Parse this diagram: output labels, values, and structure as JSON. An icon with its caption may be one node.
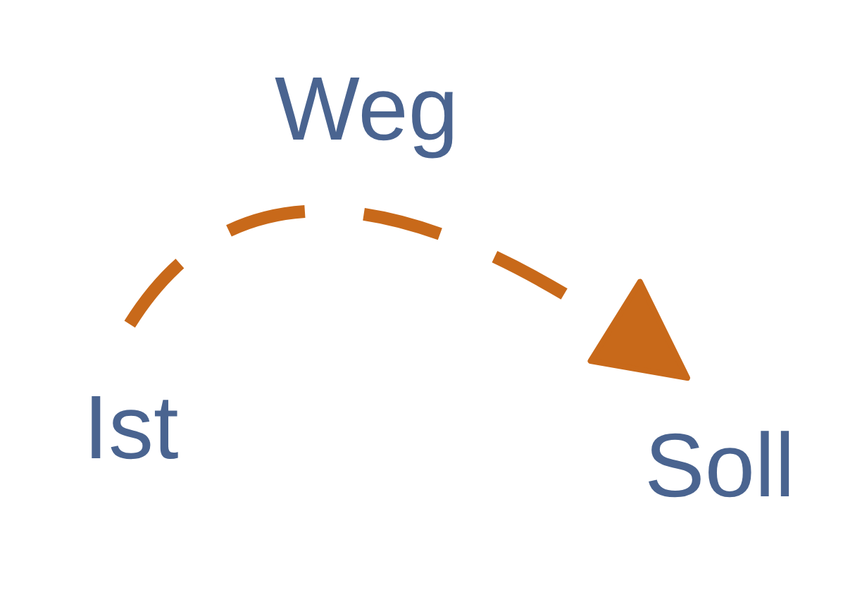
{
  "diagram": {
    "nodes": [
      {
        "text": [
          "Ist"
        ]
      },
      {
        "text": [
          "Soll"
        ]
      }
    ],
    "edges": [
      {
        "from": 0,
        "to": 1,
        "arrow": "to",
        "label": "Weg",
        "style": "dashed"
      }
    ]
  }
}
